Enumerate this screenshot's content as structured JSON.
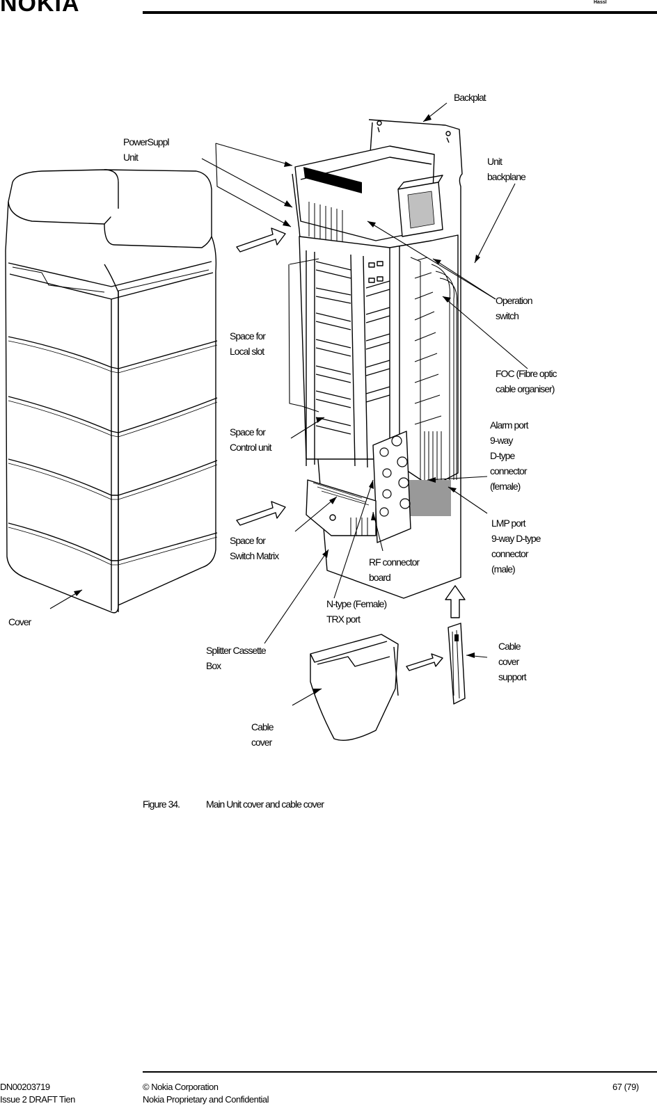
{
  "header": {
    "logo": "NOKIA",
    "mark": "Hassl"
  },
  "labels": {
    "backplate": "Backplat",
    "power_supply": "PowerSuppl\nUnit",
    "unit_backplane": "Unit\nbackplane",
    "operation_switch": "Operation\nswitch",
    "foc": "FOC (Fibre optic\ncable organiser)",
    "local_slot": "Space for\nLocal slot",
    "control_unit": "Space for\nControl unit",
    "alarm_port": "Alarm port\n9-way\nD-type\nconnector\n(female)",
    "lmp_port": "LMP port\n9-way D-type\nconnector\n(male)",
    "switch_matrix": "Space for\nSwitch Matrix",
    "rf_connector": "RF connector\nboard",
    "n_type": "N-type (Female)\nTRX port",
    "cover": "Cover",
    "splitter_cassette": "Splitter Cassette\nBox",
    "cable_cover_support": "Cable\ncover\nsupport",
    "cable_cover": "Cable\ncover"
  },
  "caption": {
    "number": "Figure 34.",
    "text": "Main Unit cover and cable cover"
  },
  "footer": {
    "doc_id": "DN00203719",
    "issue": "Issue 2 DRAFT Tien",
    "copyright": "© Nokia Corporation",
    "confidential": "Nokia Proprietary and Confidential",
    "page": "67 (79)"
  }
}
